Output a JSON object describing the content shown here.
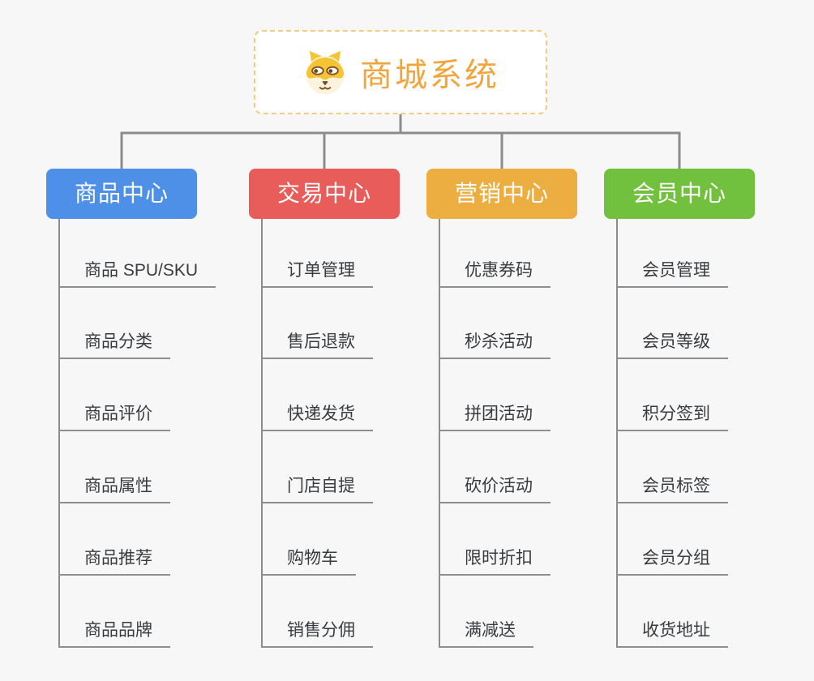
{
  "root": {
    "title": "商城系统",
    "icon": "dog-face-icon"
  },
  "branches": [
    {
      "label": "商品中心",
      "color": "#4E90E7",
      "items": [
        "商品 SPU/SKU",
        "商品分类",
        "商品评价",
        "商品属性",
        "商品推荐",
        "商品品牌"
      ]
    },
    {
      "label": "交易中心",
      "color": "#E85C5A",
      "items": [
        "订单管理",
        "售后退款",
        "快递发货",
        "门店自提",
        "购物车",
        "销售分佣"
      ]
    },
    {
      "label": "营销中心",
      "color": "#EDAE41",
      "items": [
        "优惠券码",
        "秒杀活动",
        "拼团活动",
        "砍价活动",
        "限时折扣",
        "满减送"
      ]
    },
    {
      "label": "会员中心",
      "color": "#72C13E",
      "items": [
        "会员管理",
        "会员等级",
        "积分签到",
        "会员标签",
        "会员分组",
        "收货地址"
      ]
    }
  ],
  "colors": {
    "background": "#F7F7F7",
    "connector_line": "#8C8C8C",
    "leaf_underline": "#8E8E8E",
    "leaf_text": "#383C40",
    "root_text": "#F0A63C",
    "root_border": "#F4CA7E",
    "branch_text": "#FFFFFF"
  }
}
